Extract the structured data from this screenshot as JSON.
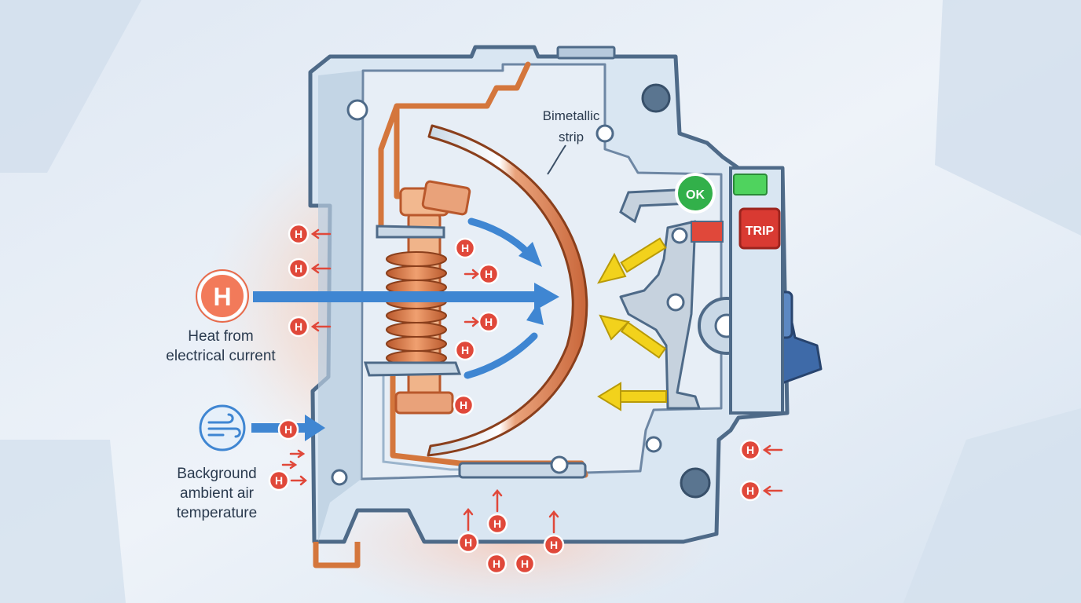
{
  "labels": {
    "strip_line1": "Bimetallic",
    "strip_line2": "strip",
    "current_line1": "Heat from",
    "current_line2": "electrical current",
    "ambient_line1": "Background",
    "ambient_line2": "ambient air",
    "ambient_line3": "temperature"
  },
  "indicators": {
    "ok": "OK",
    "trip": "TRIP"
  },
  "heat_symbol": "H",
  "icons": {
    "heat": "heat-badge-icon",
    "wind": "wind-icon",
    "arrow": "arrow-icon"
  },
  "colors": {
    "background": "#e6eef6",
    "housing": "#d8e6f2",
    "housing_outline": "#4e6a88",
    "copper": "#d4763c",
    "heat_red": "#e0483a",
    "current_arrow": "#3f86d2",
    "force_arrow": "#f2d21c",
    "ok_green": "#32b04a",
    "trip_red": "#d93a32",
    "handle_blue": "#3e6aa8"
  }
}
